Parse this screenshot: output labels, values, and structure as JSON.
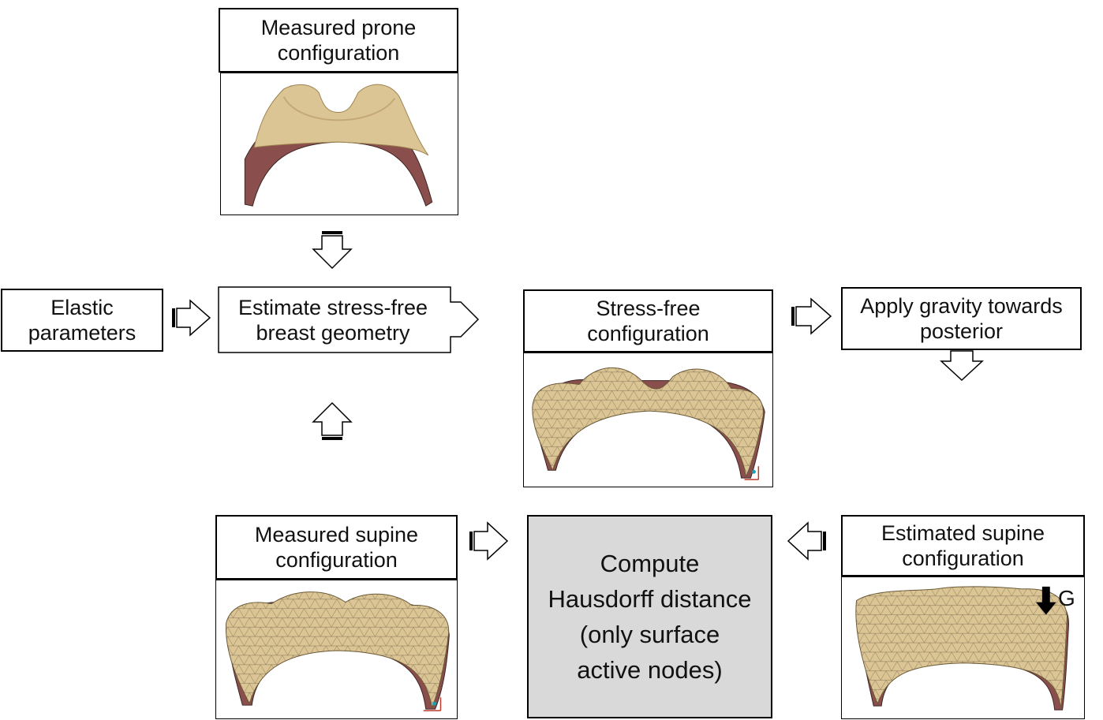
{
  "nodes": {
    "measured_prone": "Measured prone\nconfiguration",
    "elastic": "Elastic\nparameters",
    "estimate": "Estimate stress-free\nbreast geometry",
    "stress_free": "Stress-free\nconfiguration",
    "apply_gravity": "Apply gravity towards\nposterior",
    "measured_supine": "Measured supine\nconfiguration",
    "hausdorff": "Compute\nHausdorff distance\n(only surface\nactive nodes)",
    "estimated_supine": "Estimated supine\nconfiguration"
  },
  "gravity_label": "G",
  "colors": {
    "skin": "#dcc594",
    "skin_dark": "#b89c68",
    "tissue": "#8a4f4c",
    "grey_box": "#d9d9d9"
  }
}
